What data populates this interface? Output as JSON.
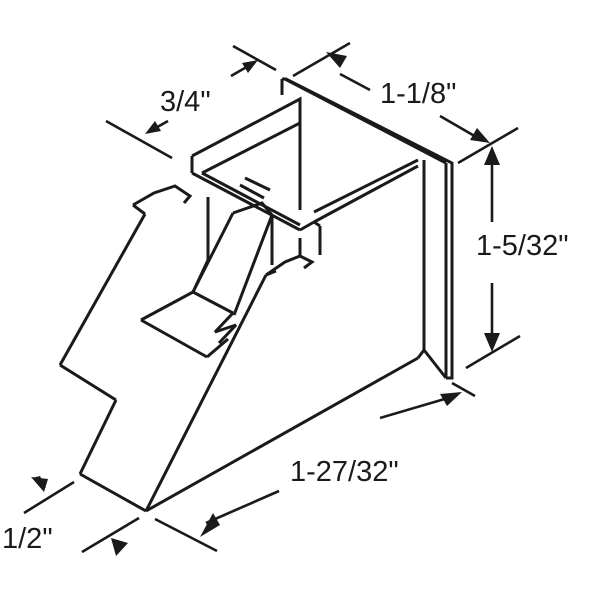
{
  "diagram": {
    "subject": "bracket-part-isometric",
    "line_color": "#1a1a1a",
    "background": "#ffffff",
    "dimensions": {
      "depth_top": "3/4\"",
      "width_top": "1-1/8\"",
      "height": "1-5/32\"",
      "length": "1-27/32\"",
      "tip_width": "1/2\""
    }
  }
}
